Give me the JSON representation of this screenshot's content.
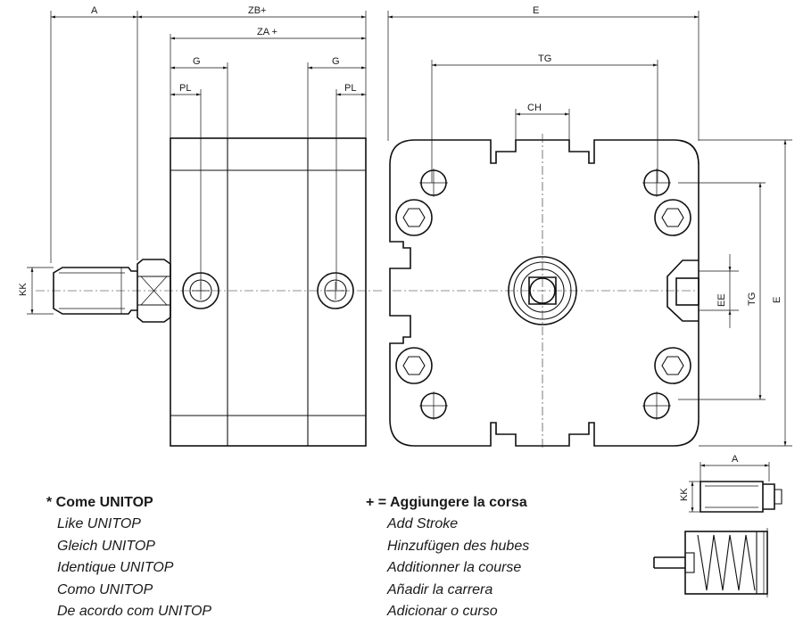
{
  "dimensions": {
    "A": "A",
    "ZB": "ZB+",
    "ZA": "ZA +",
    "G": "G",
    "PL": "PL",
    "KK": "KK",
    "E": "E",
    "TG": "TG",
    "CH": "CH",
    "EE": "EE"
  },
  "legend_left": {
    "heading": "* Come UNITOP",
    "lines": [
      "Like UNITOP",
      "Gleich UNITOP",
      "Identique UNITOP",
      "Como UNITOP",
      "De acordo com UNITOP"
    ]
  },
  "legend_right": {
    "heading": "+ = Aggiungere la corsa",
    "lines": [
      "Add Stroke",
      "Hinzufügen des hubes",
      "Additionner la course",
      "Añadir la carrera",
      "Adicionar o curso"
    ]
  }
}
